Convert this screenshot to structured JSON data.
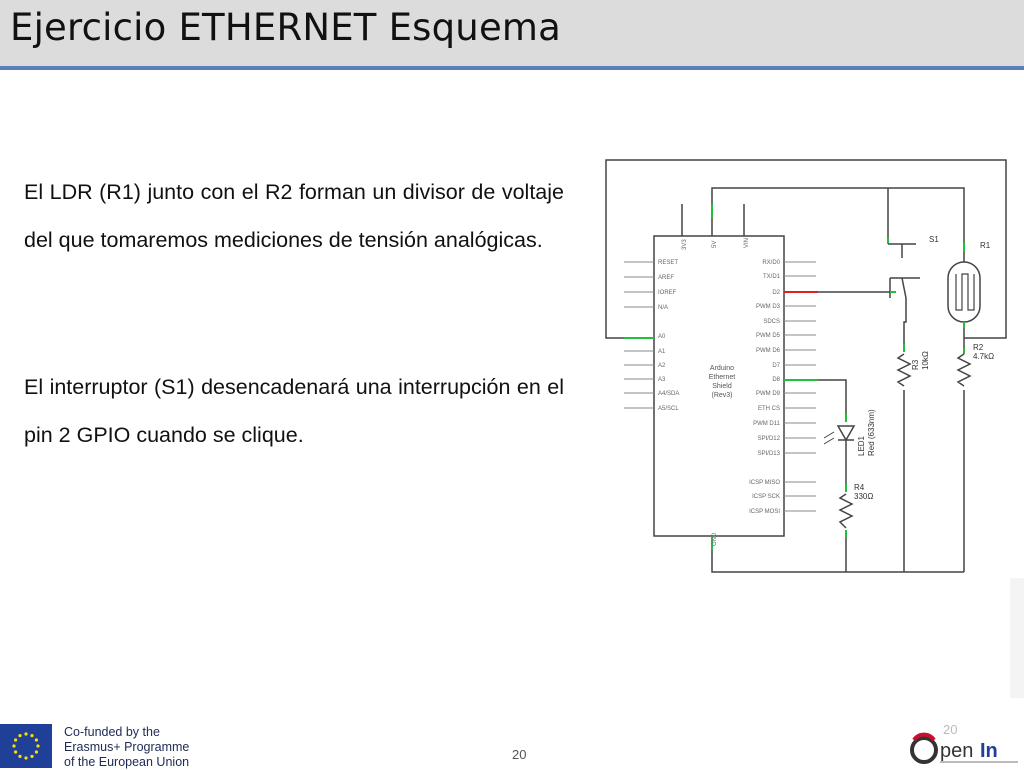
{
  "title": "Ejercicio ETHERNET Esquema",
  "paragraphs": [
    "El LDR (R1) junto con el R2 forman un divisor de voltaje del que tomaremos mediciones de tensión analógicas.",
    "El interruptor (S1) desencadenará una interrupción en el pin 2 GPIO cuando se clique."
  ],
  "schematic": {
    "board_label": [
      "Arduino",
      "Ethernet",
      "Shield",
      "(Rev3)"
    ],
    "top_pins": [
      "3V3",
      "5V",
      "VIN"
    ],
    "left_pins": [
      "RESET",
      "AREF",
      "IOREF",
      "N/A",
      "A0",
      "A1",
      "A2",
      "A3",
      "A4/SDA",
      "A5/SCL"
    ],
    "right_pins": [
      "RX/D0",
      "TX/D1",
      "D2",
      "PWM D3",
      "SDCS",
      "PWM D5",
      "PWM D6",
      "D7",
      "D8",
      "PWM D9",
      "ETH CS",
      "PWM D11",
      "SPI/D12",
      "SPI/D13",
      "ICSP MISO",
      "ICSP SCK",
      "ICSP MOSI"
    ],
    "gnd_label": "GND",
    "s1": "S1",
    "r1": "R1",
    "r2": "R2",
    "r2_value": "4.7kΩ",
    "r3": "R3",
    "r3_value": "10kΩ",
    "led": "LED1",
    "led_value": "Red (633nm)",
    "r4": "R4",
    "r4_value": "330Ω"
  },
  "footer": {
    "funding_lines": [
      "Co-funded by the",
      "Erasmus+ Programme",
      "of the European Union"
    ],
    "page_number": "20",
    "page_number_ghost": "20",
    "brand": "OpenIn"
  },
  "colors": {
    "title_rule": "#5b7fb8",
    "eu_blue": "#1f3f98",
    "eu_star": "#ffdd00",
    "wire": "#444444",
    "pin_green": "#22c03a",
    "pin_red": "#e02020"
  }
}
